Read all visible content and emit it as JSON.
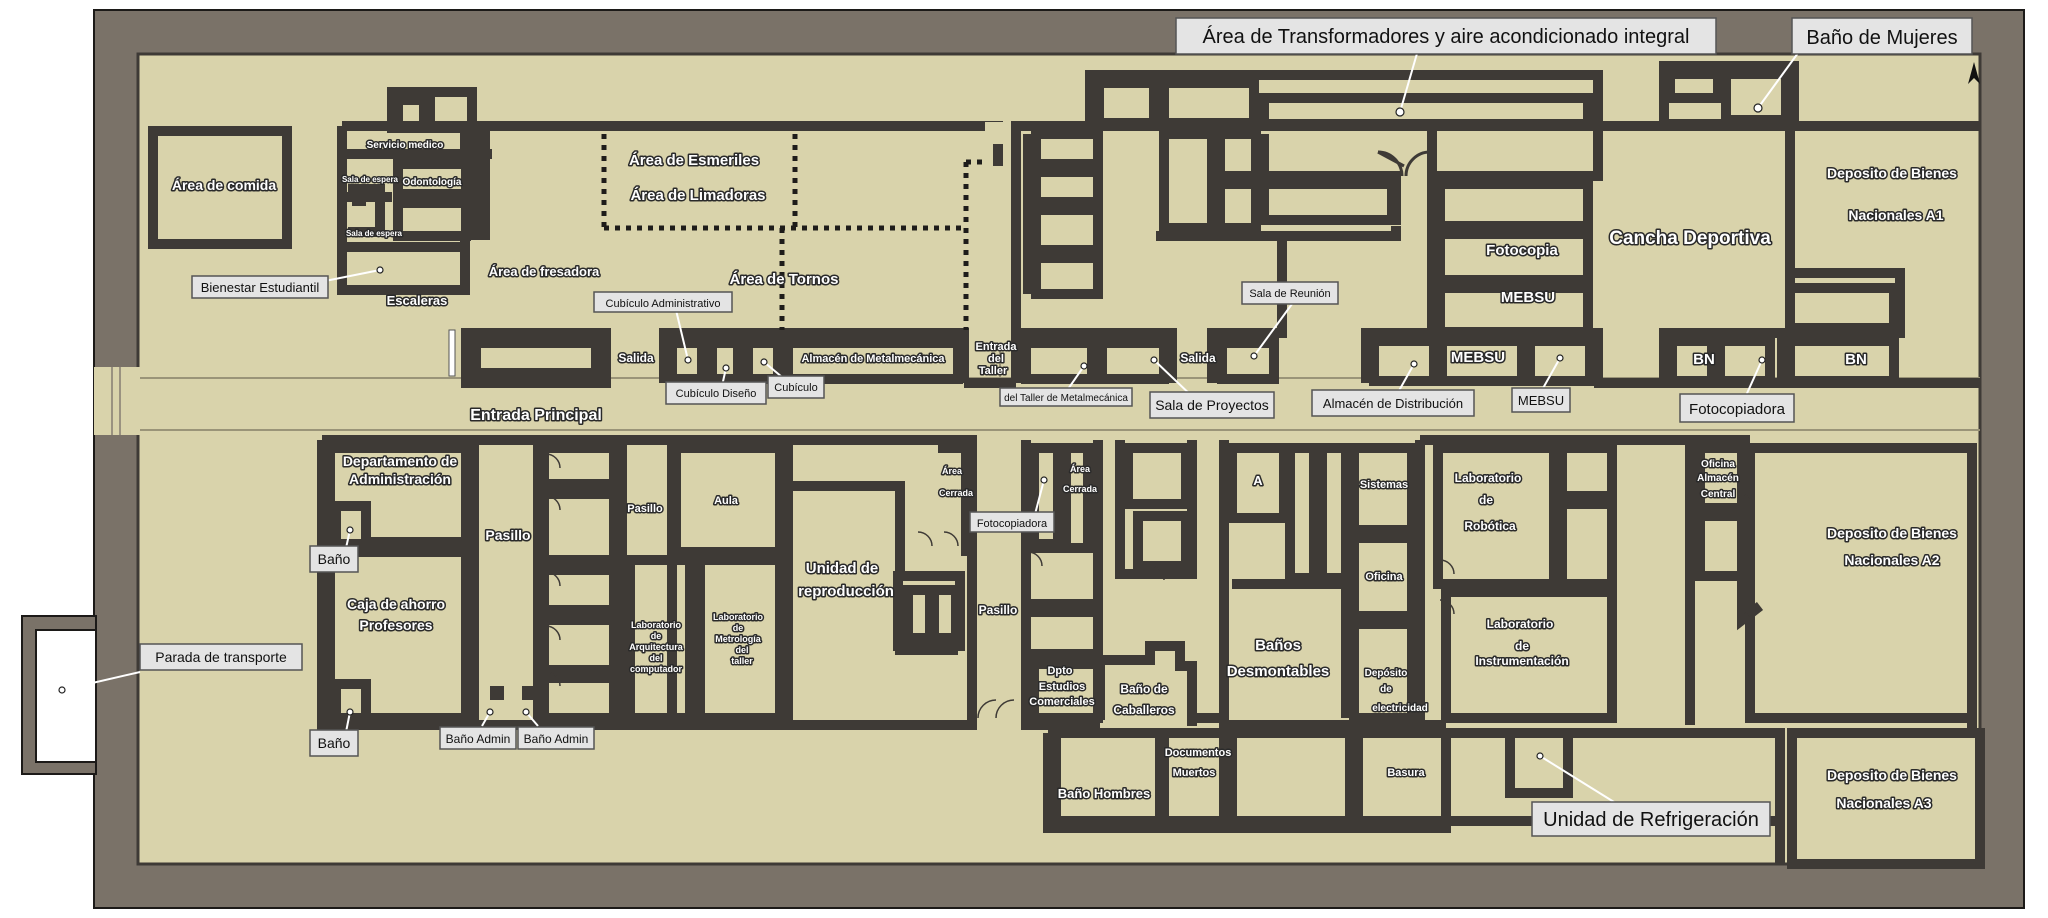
{
  "colors": {
    "outer": "#7a7268",
    "floor": "#d9d3ab",
    "wall": "#3e3a36",
    "tag_bg": "#e4e4e4"
  },
  "compass": "north-arrow-icon",
  "labels": {
    "area_comida": "Área de comida",
    "servicio_medico": "Servicio medico",
    "sala_espera_1": "Sala de espera",
    "sala_espera_2": "Sala de espera",
    "odontologia": "Odontología",
    "escaleras": "Escaleras",
    "area_fresadora": "Área de fresadora",
    "area_esmeriles": "Área de Esmeriles",
    "area_limadoras": "Área de Limadoras",
    "area_tornos": "Área de Tornos",
    "salida_1": "Salida",
    "almacen_metalmecanica": "Almacén de  Metalmecánica",
    "entrada_taller_1": "Entrada",
    "entrada_taller_2": "del",
    "entrada_taller_3": "Taller",
    "salida_2": "Salida",
    "cancha": "Cancha Deportiva",
    "fotocopia": "Fotocopia",
    "mebsu_1": "MEBSU",
    "mebsu_2": "MEBSU",
    "bn_1": "BN",
    "bn_2": "BN",
    "deposito_a1_1": "Deposito de Bienes",
    "deposito_a1_2": "Nacionales A1",
    "entrada_principal": "Entrada Principal",
    "depto_admin_1": "Departamento de",
    "depto_admin_2": "Administración",
    "pasillo_1": "Pasillo",
    "caja_1": "Caja de ahorro",
    "caja_2": "Profesores",
    "pasillo_2": "Pasillo",
    "aula": "Aula",
    "lab_arq_1": "Laboratorio",
    "lab_arq_2": "de",
    "lab_arq_3": "Arquitectura",
    "lab_arq_4": "del",
    "lab_arq_5": "computador",
    "lab_met_1": "Laboratorio",
    "lab_met_2": "de",
    "lab_met_3": "Metrología",
    "lab_met_4": "del",
    "lab_met_5": "taller",
    "unidad_rep_1": "Unidad de",
    "unidad_rep_2": "reproducción",
    "area_cerrada_1a": "Área",
    "area_cerrada_1b": "Cerrada",
    "pasillo_3": "Pasillo",
    "area_cerrada_2a": "Área",
    "area_cerrada_2b": "Cerrada",
    "dpto_estudios_1": "Dpto",
    "dpto_estudios_2": "Estudios",
    "dpto_estudios_3": "Comerciales",
    "bano_caballeros_1": "Baño de",
    "bano_caballeros_2": "Caballeros",
    "bano_hombres": "Baño Hombres",
    "documentos_1": "Documentos",
    "documentos_2": "Muertos",
    "a_room": "A",
    "sistemas": "Sistemas",
    "oficina": "Oficina",
    "banos_desm_1": "Baños",
    "banos_desm_2": "Desmontables",
    "deposito_elec_1": "Depósito",
    "deposito_elec_2": "de",
    "deposito_elec_3": "electricidad",
    "basura": "Basura",
    "lab_rob_1": "Laboratorio",
    "lab_rob_2": "de",
    "lab_rob_3": "Robótica",
    "lab_inst_1": "Laboratorio",
    "lab_inst_2": "de",
    "lab_inst_3": "Instrumentación",
    "oficina_almacen_1": "Oficina",
    "oficina_almacen_2": "Almacén",
    "oficina_almacen_3": "Central",
    "deposito_a2_1": "Deposito de Bienes",
    "deposito_a2_2": "Nacionales A2",
    "deposito_a3_1": "Deposito de Bienes",
    "deposito_a3_2": "Nacionales A3"
  },
  "tags": {
    "transformadores": "Área de Transformadores y aire acondicionado integral",
    "bano_mujeres": "Baño de Mujeres",
    "bienestar": "Bienestar Estudiantil",
    "cubiculo_admin": "Cubículo Administrativo",
    "cubiculo_diseno": "Cubículo  Diseño",
    "cubiculo": "Cubículo",
    "del_taller": "del Taller de Metalmecánica",
    "sala_proyectos": "Sala de Proyectos",
    "sala_reunion": "Sala de Reunión",
    "almacen_dist": "Almacén de Distribución",
    "mebsu_tag": "MEBSU",
    "fotocopiadora_1": "Fotocopiadora",
    "bano_1": "Baño",
    "bano_2": "Baño",
    "parada": "Parada de transporte",
    "bano_admin_1": "Baño Admin",
    "bano_admin_2": "Baño Admin",
    "fotocopiadora_2": "Fotocopiadora",
    "refrigeracion": "Unidad de Refrigeración"
  }
}
